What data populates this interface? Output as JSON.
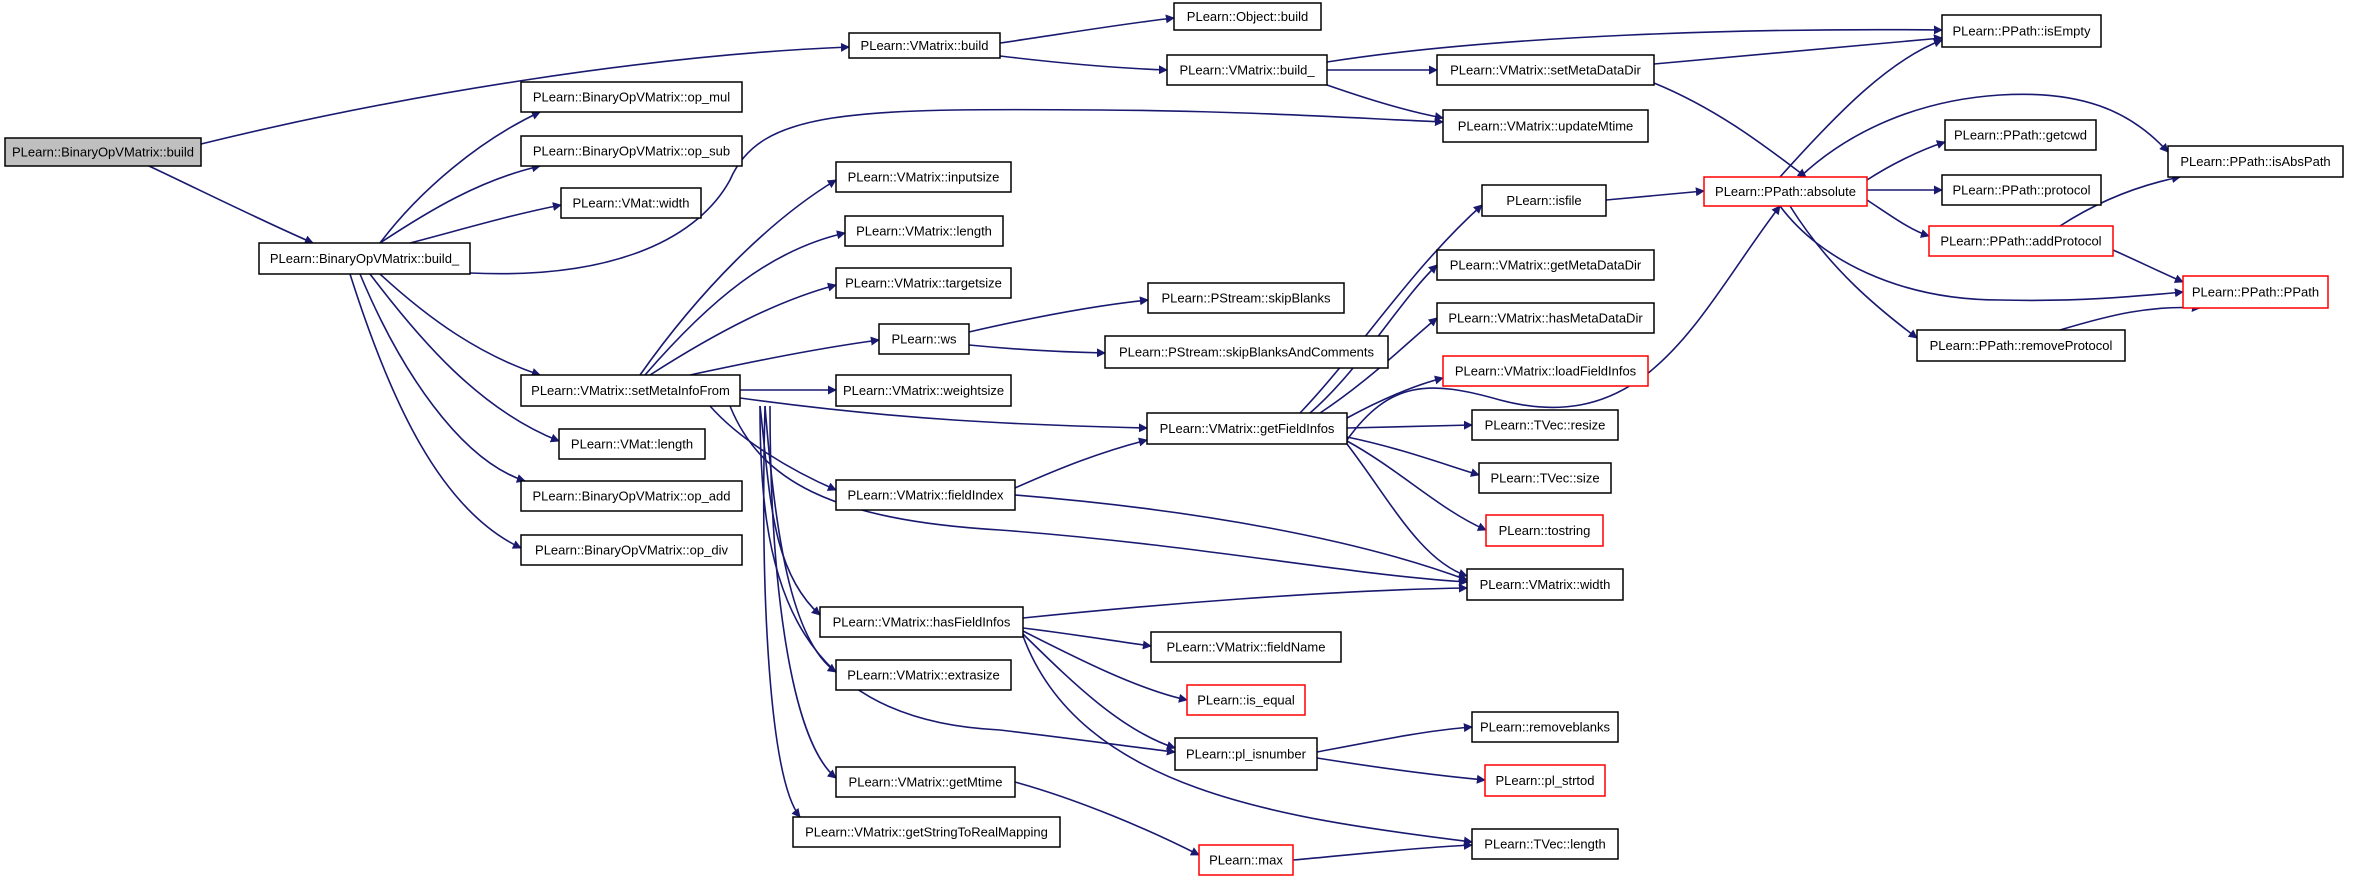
{
  "colors": {
    "edge": "#191970",
    "truncated_border": "#ff0000",
    "root_fill": "#bfbfbf",
    "node_border": "#000000"
  },
  "nodes": {
    "n_root": "PLearn::BinaryOpVMatrix::build",
    "n_vm_build": "PLearn::VMatrix::build",
    "n_obj_build": "PLearn::Object::build",
    "n_vm_build_": "PLearn::VMatrix::build_",
    "n_setmetadatadir": "PLearn::VMatrix::setMetaDataDir",
    "n_isempty": "PLearn::PPath::isEmpty",
    "n_updatemtime": "PLearn::VMatrix::updateMtime",
    "n_op_mul": "PLearn::BinaryOpVMatrix::op_mul",
    "n_op_sub": "PLearn::BinaryOpVMatrix::op_sub",
    "n_vmat_width": "PLearn::VMat::width",
    "n_bovm_build_": "PLearn::BinaryOpVMatrix::build_",
    "n_inputsize": "PLearn::VMatrix::inputsize",
    "n_vm_length": "PLearn::VMatrix::length",
    "n_targetsize": "PLearn::VMatrix::targetsize",
    "n_ws": "PLearn::ws",
    "n_skipblanks": "PLearn::PStream::skipBlanks",
    "n_skipblankscomments": "PLearn::PStream::skipBlanksAndComments",
    "n_setmetainfofrom": "PLearn::VMatrix::setMetaInfoFrom",
    "n_weightsize": "PLearn::VMatrix::weightsize",
    "n_vmat_length": "PLearn::VMat::length",
    "n_op_add": "PLearn::BinaryOpVMatrix::op_add",
    "n_op_div": "PLearn::BinaryOpVMatrix::op_div",
    "n_fieldindex": "PLearn::VMatrix::fieldIndex",
    "n_hasfieldinfos": "PLearn::VMatrix::hasFieldInfos",
    "n_extrasize": "PLearn::VMatrix::extrasize",
    "n_getmtime": "PLearn::VMatrix::getMtime",
    "n_getstringtoreal": "PLearn::VMatrix::getStringToRealMapping",
    "n_getfieldinfos": "PLearn::VMatrix::getFieldInfos",
    "n_isfile": "PLearn::isfile",
    "n_getmetadatadir": "PLearn::VMatrix::getMetaDataDir",
    "n_hasmetadatadir": "PLearn::VMatrix::hasMetaDataDir",
    "n_loadfieldinfos": "PLearn::VMatrix::loadFieldInfos",
    "n_tvec_resize": "PLearn::TVec::resize",
    "n_tvec_size": "PLearn::TVec::size",
    "n_tostring": "PLearn::tostring",
    "n_vm_width": "PLearn::VMatrix::width",
    "n_fieldname": "PLearn::VMatrix::fieldName",
    "n_is_equal": "PLearn::is_equal",
    "n_pl_isnumber": "PLearn::pl_isnumber",
    "n_removeblanks": "PLearn::removeblanks",
    "n_pl_strtod": "PLearn::pl_strtod",
    "n_max": "PLearn::max",
    "n_tvec_length": "PLearn::TVec::length",
    "n_absolute": "PLearn::PPath::absolute",
    "n_getcwd": "PLearn::PPath::getcwd",
    "n_protocol": "PLearn::PPath::protocol",
    "n_addprotocol": "PLearn::PPath::addProtocol",
    "n_removeprotocol": "PLearn::PPath::removeProtocol",
    "n_isabspath": "PLearn::PPath::isAbsPath",
    "n_ppath": "PLearn::PPath::PPath"
  }
}
